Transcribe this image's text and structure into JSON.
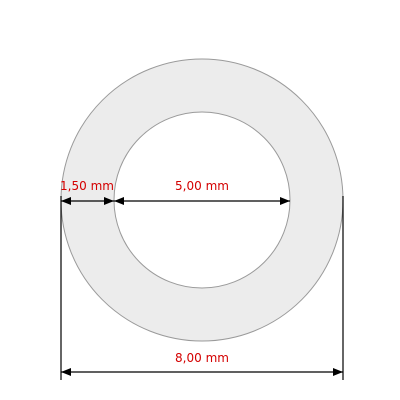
{
  "drawing": {
    "ring_fill_color": "#ececec",
    "ring_stroke_color": "#9a9a9a",
    "dimension_line_color": "#000000",
    "inner_color": "#ffffff",
    "dimensions": {
      "wall_thickness": {
        "label": "1,50 mm",
        "color": "#d40000"
      },
      "inner_diameter": {
        "label": "5,00 mm",
        "color": "#d40000"
      },
      "outer_diameter": {
        "label": "8,00 mm",
        "color": "#d40000"
      }
    }
  }
}
